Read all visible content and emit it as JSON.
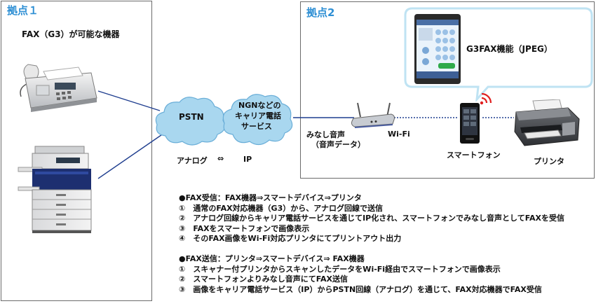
{
  "site1": {
    "title": "拠点１",
    "fax_caption": "FAX（G3）が可能な機器"
  },
  "site2": {
    "title": "拠点2",
    "g3fax_label": "G3FAX機能（JPEG）",
    "voice_label_line1": "みなし音声",
    "voice_label_line2": "（音声データ）",
    "wifi_label": "Wi-Fi",
    "smartphone_label": "スマートフォン",
    "printer_label": "プリンタ"
  },
  "network": {
    "pstn_label": "PSTN",
    "ngn_line1": "NGNなどの",
    "ngn_line2": "キャリア電話",
    "ngn_line3": "サービス",
    "analog_label": "アナログ",
    "arrow_label": "⇔",
    "ip_label": "IP"
  },
  "notes": {
    "receive": [
      "●FAX受信：FAX機器⇒スマートデバイス⇒プリンタ",
      "①　通常のFAX対応機器（G3）から、アナログ回線で送信",
      "②　アナログ回線からキャリア電話サービスを通じてIP化され、スマートフォンでみなし音声としてFAXを受信",
      "③　FAXをスマートフォンで画像表示",
      "④　そのFAX画像をWi-Fi対応プリンタにてプリントアウト出力"
    ],
    "send": [
      "●FAX送信：プリンタ⇒スマートデバイス⇒ FAX機器",
      "①　スキャナー付プリンタからスキャンしたデータをWi-Fi経由でスマートフォンで画像表示",
      "②　スマートフォンよりみなし音声にてFAX送信",
      "③　画像をキャリア電話サービス（IP）からPSTN回線（アナログ）を通じて、FAX対応機器でFAX受信"
    ]
  },
  "colors": {
    "site_title": "#2e8fd4",
    "cloud_fill": "#a9d7ef",
    "cloud_stroke": "#6aaed8",
    "line": "#1f3e8f",
    "wifi_signal": "#e02020"
  },
  "icons": {
    "fax_machine": "fax-machine-icon",
    "mfp": "multifunction-printer-icon",
    "router": "wifi-router-icon",
    "smartphone": "smartphone-icon",
    "printer": "inkjet-printer-icon",
    "phone_screen": "phone-dialer-screen-icon",
    "signal": "wireless-signal-icon"
  }
}
